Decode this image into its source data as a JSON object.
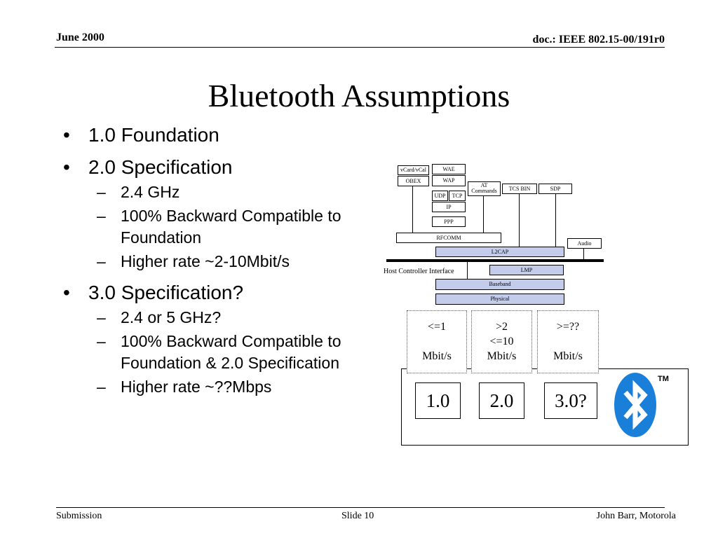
{
  "header": {
    "date": "June 2000",
    "doc": "doc.: IEEE 802.15-00/191r0"
  },
  "title": "Bluetooth Assumptions",
  "bullets": {
    "b1": "1.0 Foundation",
    "b2": "2.0 Specification",
    "b2_sub": [
      "2.4 GHz",
      "100% Backward Compatible to Foundation",
      "Higher rate ~2-10Mbit/s"
    ],
    "b3": "3.0 Specification?",
    "b3_sub": [
      "2.4 or 5 GHz?",
      "100% Backward Compatible to Foundation & 2.0 Specification",
      "Higher rate ~??Mbps"
    ]
  },
  "stack": {
    "vcard": "vCard/vCal",
    "wae": "WAE",
    "obex": "OBEX",
    "wap": "WAP",
    "at_line1": "AT",
    "at_line2": "Commands",
    "tcs": "TCS BIN",
    "sdp": "SDP",
    "udp": "UDP",
    "tcp": "TCP",
    "ip": "IP",
    "ppp": "PPP",
    "rfcomm": "RFCOMM",
    "audio": "Audio",
    "l2cap": "L2CAP",
    "hci": "Host Controller Interface",
    "lmp": "LMP",
    "baseband": "Baseband",
    "physical": "Physical"
  },
  "rates": [
    {
      "line1": "<=1",
      "line2": "",
      "line3": "Mbit/s"
    },
    {
      "line1": ">2",
      "line2": "<=10",
      "line3": "Mbit/s"
    },
    {
      "line1": ">=??",
      "line2": "",
      "line3": "Mbit/s"
    }
  ],
  "versions": [
    "1.0",
    "2.0",
    "3.0?"
  ],
  "logo": {
    "trademark": "TM",
    "color": "#1a7fd9"
  },
  "colors": {
    "stack_fill": "#c3cdeb",
    "black": "#000000"
  },
  "footer": {
    "left": "Submission",
    "center": "Slide 10",
    "right": "John Barr, Motorola"
  }
}
